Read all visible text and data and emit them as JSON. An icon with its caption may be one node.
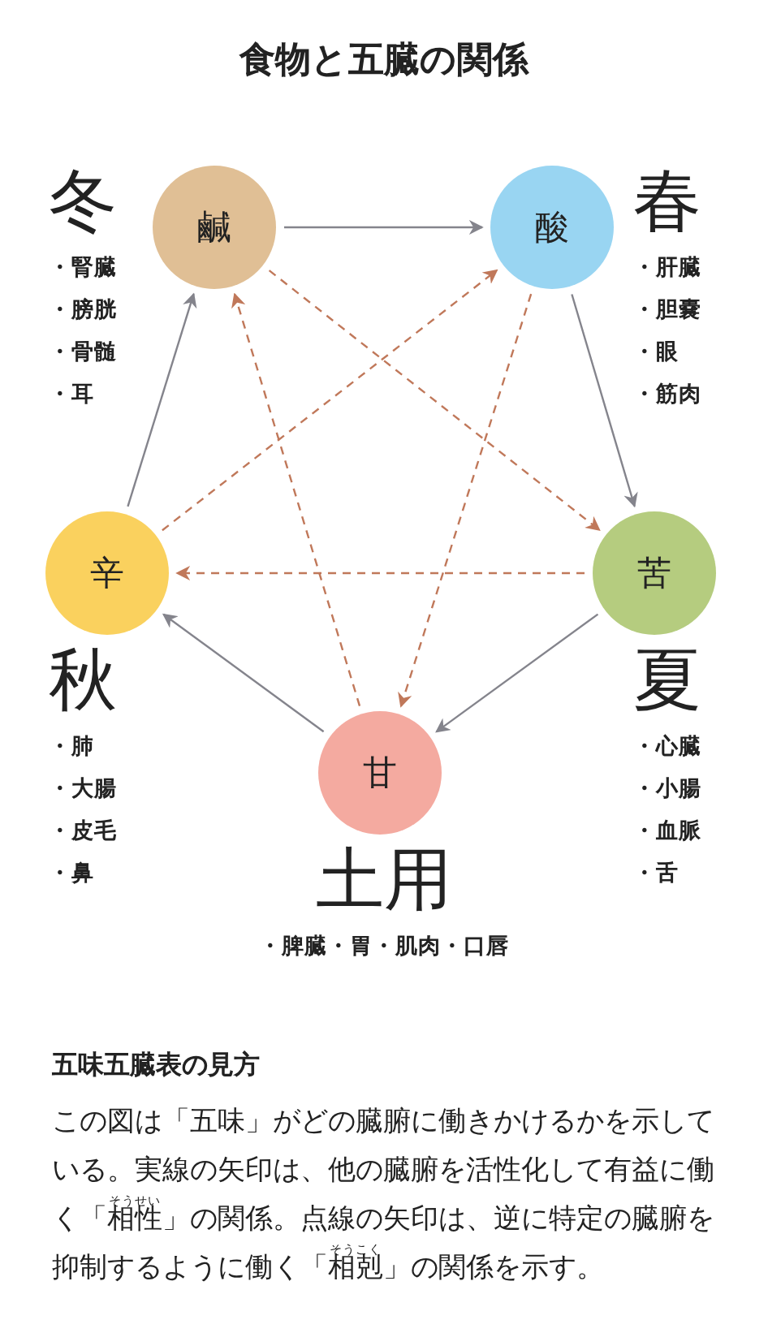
{
  "diagram": {
    "title": "食物と五臓の関係",
    "nodes": [
      {
        "text": [
          "鹹"
        ],
        "beside": [
          "冬",
          "・腎臓",
          "・膀胱",
          "・骨髄",
          "・耳"
        ]
      },
      {
        "text": [
          "酸"
        ],
        "beside": [
          "春",
          "・肝臓",
          "・胆嚢",
          "・眼",
          "・筋肉"
        ]
      },
      {
        "text": [
          "苦"
        ],
        "beside": [
          "夏",
          "・心臓",
          "・小腸",
          "・血脈",
          "・舌"
        ]
      },
      {
        "text": [
          "甘"
        ],
        "beside": [
          "土用",
          "・脾臓・胃・肌肉・口唇"
        ]
      },
      {
        "text": [
          "辛"
        ],
        "beside": [
          "秋",
          "・肺",
          "・大腸",
          "・皮毛",
          "・鼻"
        ]
      }
    ],
    "edges": [
      {
        "from": 0,
        "to": 1,
        "arrow": "to"
      },
      {
        "from": 1,
        "to": 2,
        "arrow": "to"
      },
      {
        "from": 2,
        "to": 3,
        "arrow": "to"
      },
      {
        "from": 3,
        "to": 4,
        "arrow": "to"
      },
      {
        "from": 4,
        "to": 0,
        "arrow": "to"
      },
      {
        "from": 0,
        "to": 2,
        "arrow": "to",
        "style": "dashed",
        "color": "#c0785a"
      },
      {
        "from": 2,
        "to": 4,
        "arrow": "to",
        "style": "dashed",
        "color": "#c0785a"
      },
      {
        "from": 4,
        "to": 1,
        "arrow": "to",
        "style": "dashed",
        "color": "#c0785a"
      },
      {
        "from": 1,
        "to": 3,
        "arrow": "to",
        "style": "dashed",
        "color": "#c0785a"
      },
      {
        "from": 3,
        "to": 0,
        "arrow": "to",
        "style": "dashed",
        "color": "#c0785a"
      }
    ],
    "labels": [
      "五味五臓表の見方",
      "この図は「五味」がどの臓腑に働きかけるかを示している。実線の矢印は、他の臓腑を活性化して有益に働く「相性」の関係。点線の矢印は、逆に特定の臓腑を抑制するように働く「相剋」の関係を示す。",
      "そうせい",
      "そうこく"
    ]
  }
}
